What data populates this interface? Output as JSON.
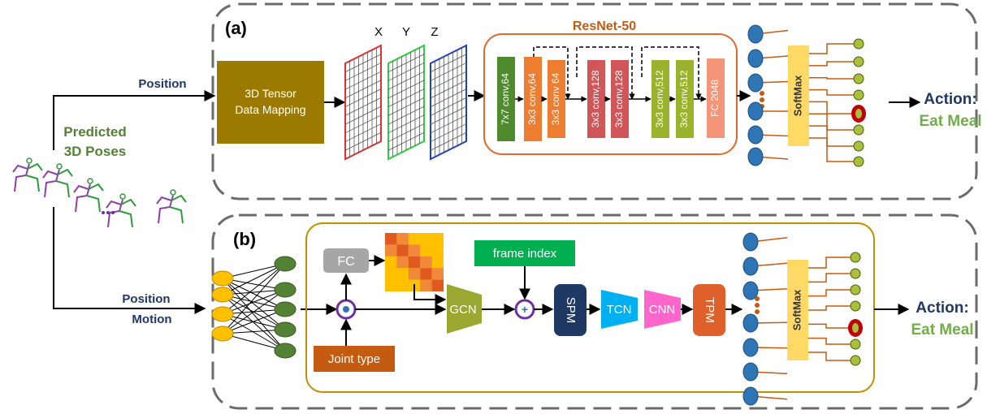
{
  "colors": {
    "panel_border": "#6b6b6b",
    "navy_label": "#1f3864",
    "green_label": "#548235",
    "action_green": "#70ad47",
    "tensor_box": "#9c7a00",
    "resnet_border": "#e06a2c",
    "resnet_title": "#c55a11",
    "conv_green": "#4f8a2e",
    "conv_orange": "#ed7d31",
    "conv_red": "#d0565a",
    "conv_olive": "#9ab22c",
    "fc_salmon": "#f4957a",
    "node_blue": "#2e75b6",
    "softmax": "#ffd966",
    "leaf_olive": "#a9c13a",
    "red_node": "#c00000",
    "inner_b_border": "#bf9000",
    "fc_gray": "#a6a6a6",
    "joint_type": "#c55a11",
    "frame_index": "#00b050",
    "gcn": "#9aa832",
    "spm": "#1f3864",
    "tcn": "#00b0f0",
    "cnn": "#ff66cc",
    "tpm": "#e0602c",
    "input_yellow": "#ffc000",
    "hidden_green": "#548235",
    "mod_purple": "#7030a0"
  },
  "panel_a": {
    "label": "(a)",
    "input_label": "Position",
    "tensor_box": "3D Tensor Data Mapping",
    "tensor_box_line1": "3D Tensor",
    "tensor_box_line2": "Data Mapping",
    "axis_x": "X",
    "axis_y": "Y",
    "axis_z": "Z",
    "resnet_title": "ResNet-50",
    "layers": [
      "7x7 conv,64",
      "3x3 conv,64",
      "3x3 conv 64",
      "3x3 conv,128",
      "3x3 conv,128",
      "3x3 conv,512",
      "3x3 conv,512",
      "FC 2048"
    ],
    "softmax": "SoftMax",
    "action_label": "Action:",
    "action_value": "Eat Meal"
  },
  "poses": {
    "label_line1": "Predicted",
    "label_line2": "3D Poses"
  },
  "panel_b": {
    "label": "(b)",
    "input_label_1": "Position",
    "input_label_2": "Motion",
    "fc": "FC",
    "frame_index": "frame index",
    "joint_type": "Joint type",
    "gcn": "GCN",
    "spm": "SPM",
    "tcn": "TCN",
    "cnn": "CNN",
    "tpm": "TPM",
    "softmax": "SoftMax",
    "action_label": "Action:",
    "action_value": "Eat Meal"
  }
}
